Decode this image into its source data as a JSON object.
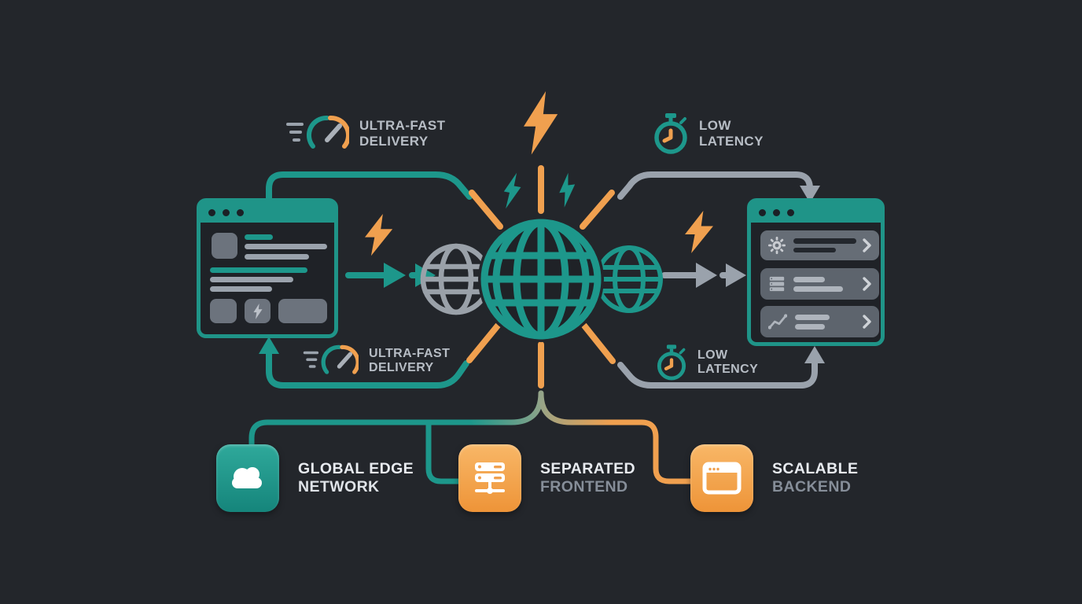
{
  "colors": {
    "background": "#23262b",
    "teal": "#1d978b",
    "orange": "#f0a04f",
    "gray_line": "#9aa2ac",
    "label_text": "#b7bdc5",
    "card_text_bright": "#e8ebf0",
    "card_text_dim": "#868e99",
    "panel_body": "#1f2227"
  },
  "labels": {
    "top_left": {
      "icon": "speedometer-icon",
      "line1": "ULTRA-FAST",
      "line2": "DELIVERY"
    },
    "top_right": {
      "icon": "stopwatch-icon",
      "line1": "LOW",
      "line2": "LATENCY"
    },
    "bottom_left": {
      "icon": "speedometer-icon",
      "line1": "ULTRA-FAST",
      "line2": "DELIVERY"
    },
    "bottom_right": {
      "icon": "stopwatch-icon",
      "line1": "LOW",
      "line2": "LATENCY"
    }
  },
  "features": [
    {
      "icon": "cloud-icon",
      "line1": "GLOBAL EDGE",
      "line2": "NETWORK",
      "tile_color": "#1f9488"
    },
    {
      "icon": "server-icon",
      "line1": "SEPARATED",
      "line2": "FRONTEND",
      "tile_color": "#f0a04f"
    },
    {
      "icon": "browser-icon",
      "line1": "SCALABLE",
      "line2": "BACKEND",
      "tile_color": "#f0a04f"
    }
  ],
  "diagram": {
    "left_window": "browser-content-mockup",
    "right_window": "app-list-mockup",
    "center": "global-network-globes",
    "flow_left": "content origin to edge network",
    "flow_right": "edge network to scalable backend"
  }
}
